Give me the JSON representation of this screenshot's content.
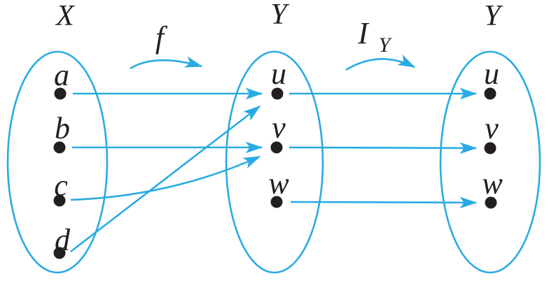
{
  "colors": {
    "accent": "#29abe2",
    "ink": "#231f20",
    "background": "#ffffff"
  },
  "sets": {
    "x": {
      "label": "X",
      "elements": {
        "a": "a",
        "b": "b",
        "c": "c",
        "d": "d"
      }
    },
    "y_mid": {
      "label": "Y",
      "elements": {
        "u": "u",
        "v": "v",
        "w": "w"
      }
    },
    "y_right": {
      "label": "Y",
      "elements": {
        "u": "u",
        "v": "v",
        "w": "w"
      }
    }
  },
  "maps": {
    "f": {
      "label": "f",
      "from": "X",
      "to": "Y",
      "mappings": {
        "a": "u",
        "b": "v",
        "c": "v",
        "d": "u"
      }
    },
    "identity": {
      "label_main": "I",
      "label_sub": "Y",
      "from": "Y",
      "to": "Y",
      "mappings": {
        "u": "u",
        "v": "v",
        "w": "w"
      }
    }
  }
}
